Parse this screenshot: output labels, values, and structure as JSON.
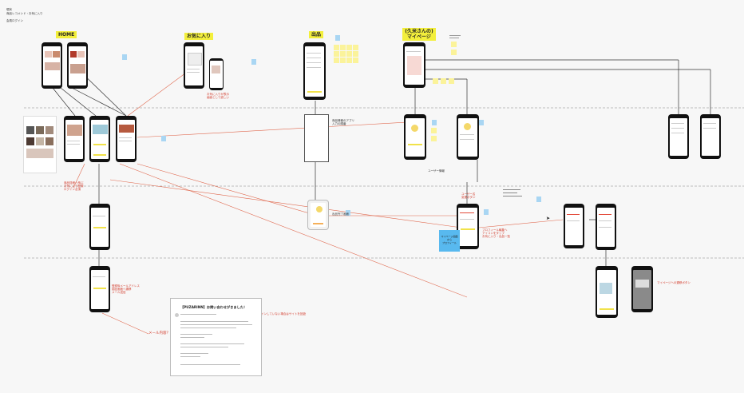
{
  "header": {
    "line1": "現状",
    "line2": "商品レコメンド・お気に入り",
    "line3": "会員ログイン"
  },
  "sections": {
    "home": "HOME",
    "favorites": "お気に入り",
    "listing": "出品",
    "mypage": "(久米さんの)\nマイページ"
  },
  "notes": {
    "mail_arrow": "メール内容？",
    "fav_red": "お気に入りが表示\n画面として欲しい",
    "home_red": "商品詳細へ飛ぶ\nお気に入り登録\nログイン必須",
    "login_red": "登録後メールアドレス\n認証画面へ遷移\nメール送信",
    "email_red": "ログインしていない場合はサイトを回遊",
    "mypage_red": "ユーザー名\n変更ボタン",
    "profile_red": "プロフィール編集へ\nアイコンをタップ\nお気に入り・出品一覧",
    "final_note": "マイページへの遷移ボタン",
    "center_note": "商品情報のアプリ\n入力の順番",
    "listing_note": "出品完了画面",
    "user_note": "ユーザー情報",
    "sticky_big": "マイページ画面\nから\nプロフィール"
  },
  "email": {
    "subject": "【PUZARINN】お問い合わせがきました！"
  },
  "colors": {
    "highlight": "#f3ef3c",
    "connector_red": "#e0694f",
    "connector_dark": "#333333",
    "sticky_blue": "#58b9ef",
    "sticky_yellow": "#fbf39a",
    "phone_frame": "#111111"
  }
}
